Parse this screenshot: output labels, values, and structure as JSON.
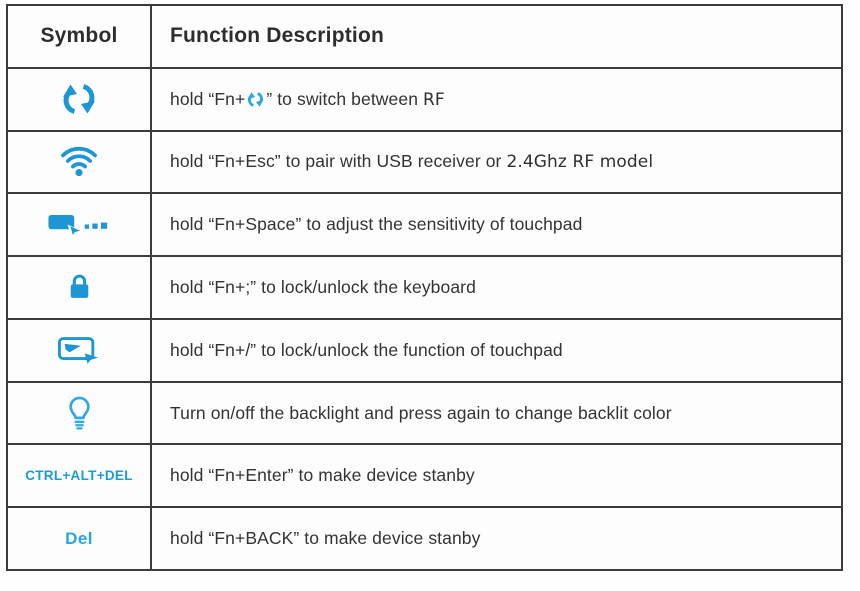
{
  "table": {
    "header": {
      "symbol_label": "Symbol",
      "description_label": "Function Description"
    },
    "rows": [
      {
        "symbol_icon": "sync-arrows-icon",
        "desc_before_icon": "hold “Fn+",
        "desc_after_icon": "” to switch between ",
        "desc_alt": "RF"
      },
      {
        "symbol_icon": "wifi-icon",
        "desc": "hold “Fn+Esc” to pair with USB receiver or ",
        "desc_alt": "2.4Ghz RF model"
      },
      {
        "symbol_icon": "touchpad-sensitivity-icon",
        "desc": "hold “Fn+Space” to adjust the sensitivity of touchpad"
      },
      {
        "symbol_icon": "lock-icon",
        "desc": "hold “Fn+;” to lock/unlock the keyboard"
      },
      {
        "symbol_icon": "touchpad-lock-icon",
        "desc": "hold “Fn+/” to lock/unlock the function of touchpad"
      },
      {
        "symbol_icon": "lightbulb-icon",
        "desc": "Turn on/off the backlight and press again to change backlit color"
      },
      {
        "symbol_text": "CTRL+ALT+DEL",
        "desc": "hold “Fn+Enter” to make device stanby"
      },
      {
        "symbol_text": "Del",
        "desc": "hold “Fn+BACK” to make device stanby"
      }
    ],
    "colors": {
      "icon_blue": "#1d96d6",
      "inline_icon_blue": "#2ba7e2",
      "bulb_blue": "#2fa9e0",
      "ctrl_alt_del_blue": "#1e9ad8",
      "del_blue": "#2ba4e4",
      "border": "#3c3c3c",
      "text": "#333333"
    }
  }
}
